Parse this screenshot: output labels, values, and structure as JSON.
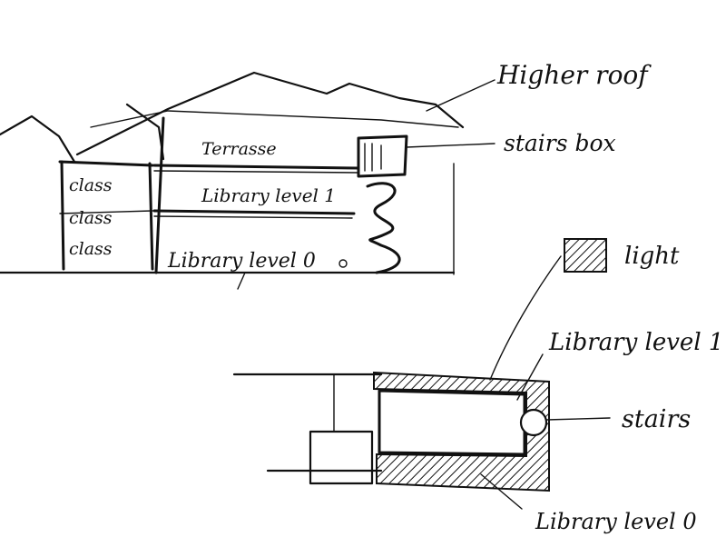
{
  "section": {
    "labels": {
      "higher_roof": "Higher roof",
      "stairs_box": "stairs box",
      "terrasse": "Terrasse",
      "library_level_1": "Library level 1",
      "library_level_0": "Library level 0",
      "class_top": "class",
      "class_mid": "class",
      "class_bottom": "class"
    }
  },
  "plan": {
    "labels": {
      "light": "light",
      "library_level_1": "Library level 1",
      "stairs": "stairs",
      "library_level_0": "Library level 0"
    }
  }
}
